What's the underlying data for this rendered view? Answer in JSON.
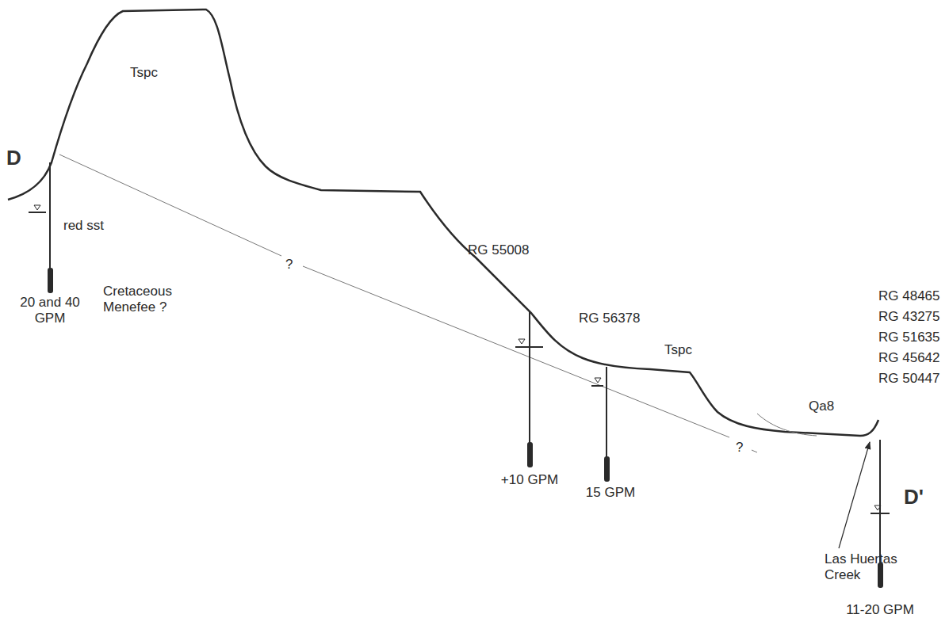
{
  "diagram": {
    "labels": [
      "D",
      "D'",
      "Tspc",
      "red sst",
      "20 and 40 GPM",
      "Cretaceous Menefee ?",
      "?",
      "RG 55008",
      "RG 56378",
      "Tspc",
      "+10 GPM",
      "15 GPM",
      "?",
      "Qa8",
      "RG 48465",
      "RG 43275",
      "RG 51635",
      "RG 45642",
      "RG 50447",
      "Las Huertas Creek",
      "11-20 GPM"
    ]
  }
}
